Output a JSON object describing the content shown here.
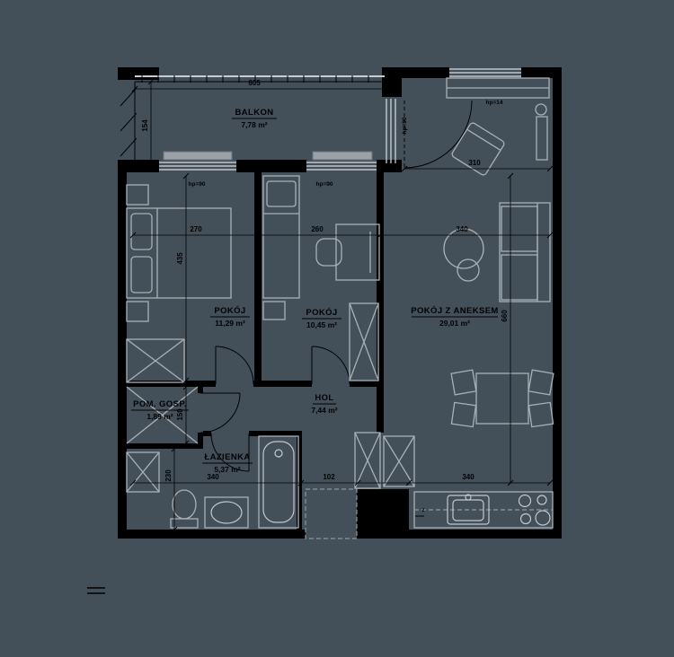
{
  "plan": {
    "rooms": {
      "balkon": {
        "name": "BALKON",
        "area": "7,78 m²"
      },
      "pokoj1": {
        "name": "POKÓJ",
        "area": "11,29 m²"
      },
      "pokoj2": {
        "name": "POKÓJ",
        "area": "10,45 m²"
      },
      "aneks": {
        "name": "POKÓJ Z ANEKSEM",
        "area": "29,01 m²"
      },
      "hol": {
        "name": "HOL",
        "area": "7,44 m²"
      },
      "lazienka": {
        "name": "ŁAZIENKA",
        "area": "5,37 m²"
      },
      "pomgosp": {
        "name": "POM. GOSP.",
        "area": "1,89 m²"
      }
    },
    "dimensions": {
      "top_width": "605",
      "balcony_depth": "154",
      "pokoj1_width": "270",
      "pokoj2_width": "260",
      "aneks_width": "340",
      "left_height": "435",
      "right_height": "660",
      "entry_width": "310",
      "bath_width": "340",
      "passage_width": "102",
      "kitchen_width": "340",
      "gosp_height": "150",
      "bottom_left_height": "230"
    },
    "annotations": {
      "sill_window1": "hp=90",
      "sill_window2": "hp=90",
      "sill_window3": "hp=90",
      "sill_entry": "hp=14",
      "kitchen_mark": "z"
    },
    "colors": {
      "background": "#43505a",
      "wall": "#000000",
      "furniture": "#a9b1b7",
      "glass": "#d9dee1",
      "text": "#000000"
    }
  }
}
